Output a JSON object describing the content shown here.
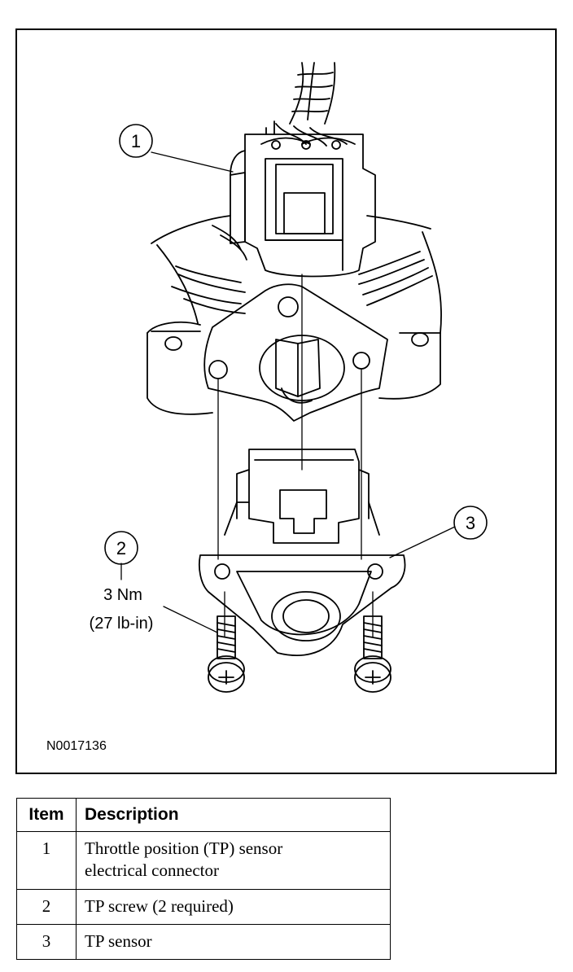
{
  "figure": {
    "callouts": [
      {
        "number": "1"
      },
      {
        "number": "2"
      },
      {
        "number": "3"
      }
    ],
    "torque": {
      "metric": "3 Nm",
      "imperial": "(27 lb-in)"
    },
    "figure_id": "N0017136"
  },
  "legend": {
    "headers": {
      "item": "Item",
      "description": "Description"
    },
    "rows": [
      {
        "item": "1",
        "description_lines": [
          "Throttle position (TP) sensor",
          "electrical connector"
        ]
      },
      {
        "item": "2",
        "description_lines": [
          "TP screw (2 required)"
        ]
      },
      {
        "item": "3",
        "description_lines": [
          "TP sensor"
        ]
      }
    ]
  }
}
